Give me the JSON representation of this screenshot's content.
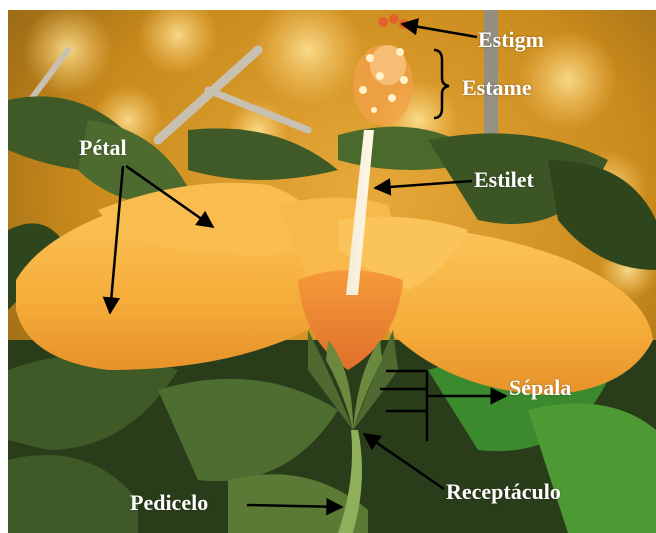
{
  "labels": {
    "petal": "Pétal",
    "stigma": "Estigm",
    "stamen": "Estame",
    "style": "Estilet",
    "sepal": "Sépala",
    "receptacle": "Receptáculo",
    "pedicel": "Pedicelo"
  },
  "colors": {
    "background_bokeh": "#c98a1c",
    "petal": "#f6ad3a",
    "leaf": "#3f5a27",
    "stem": "#8fb05a",
    "label_text": "#ffffff",
    "arrow": "#000000"
  },
  "icons": {
    "pointer": "arrow-icon",
    "grouping": "curly-bracket-icon"
  }
}
